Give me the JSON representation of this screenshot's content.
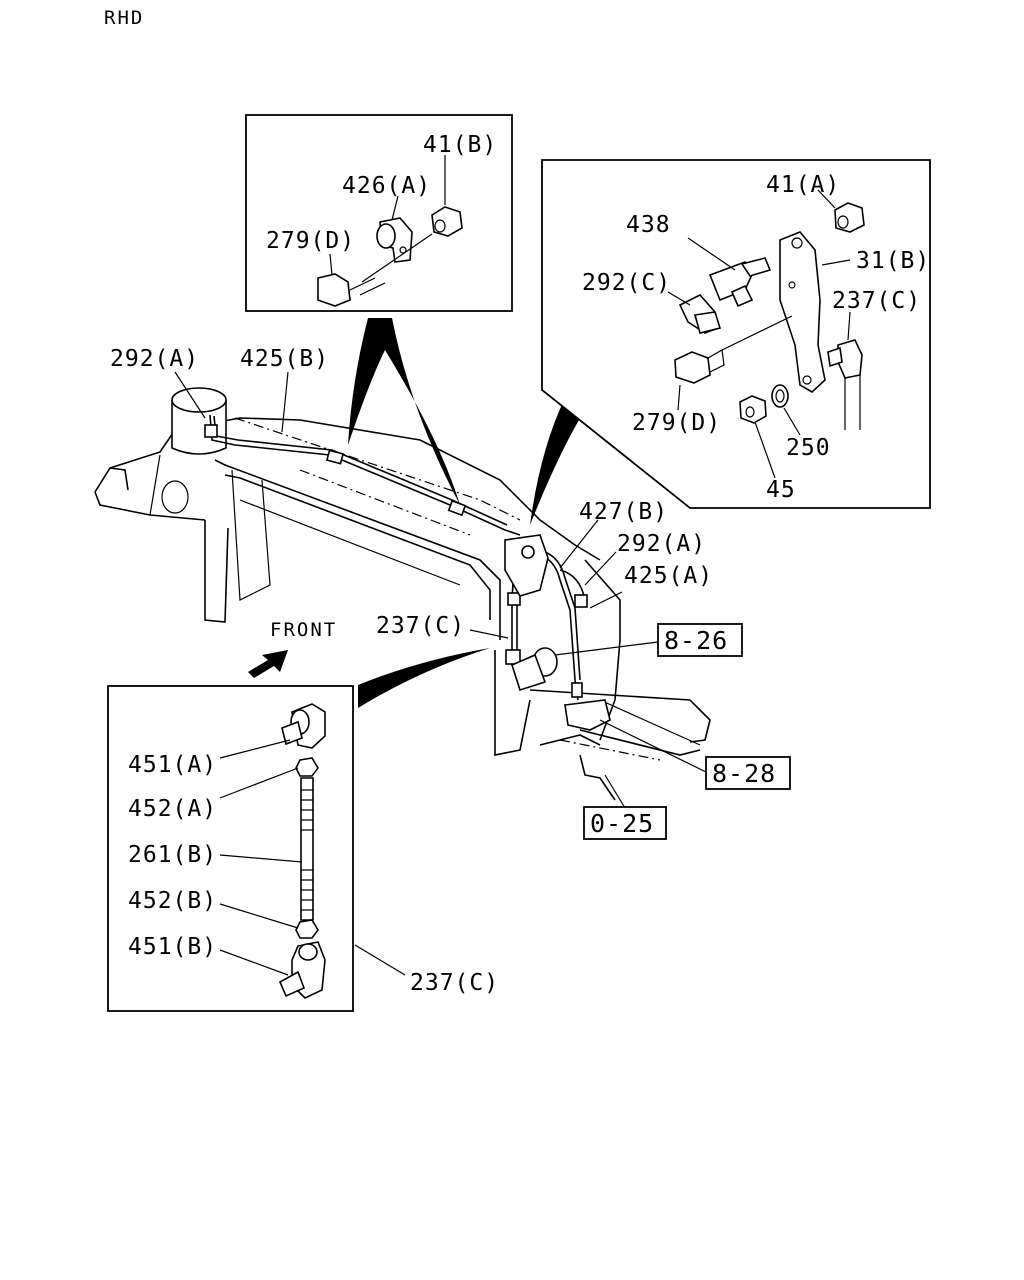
{
  "header": {
    "variant": "RHD"
  },
  "direction": {
    "label": "FRONT"
  },
  "callouts": {
    "c41b": "41(B)",
    "c426a": "426(A)",
    "c279d_top": "279(D)",
    "c41a": "41(A)",
    "c438": "438",
    "c31b": "31(B)",
    "c292c": "292(C)",
    "c237c_right": "237(C)",
    "c279d_right": "279(D)",
    "c250": "250",
    "c45": "45",
    "c292a_left": "292(A)",
    "c425b": "425(B)",
    "c427b": "427(B)",
    "c292a_mid": "292(A)",
    "c425a": "425(A)",
    "c237c_mid": "237(C)",
    "c451a": "451(A)",
    "c452a": "452(A)",
    "c261b": "261(B)",
    "c452b": "452(B)",
    "c451b": "451(B)",
    "c237c_bottom": "237(C)"
  },
  "references": {
    "r826": "8-26",
    "r828": "8-28",
    "r025": "0-25"
  }
}
